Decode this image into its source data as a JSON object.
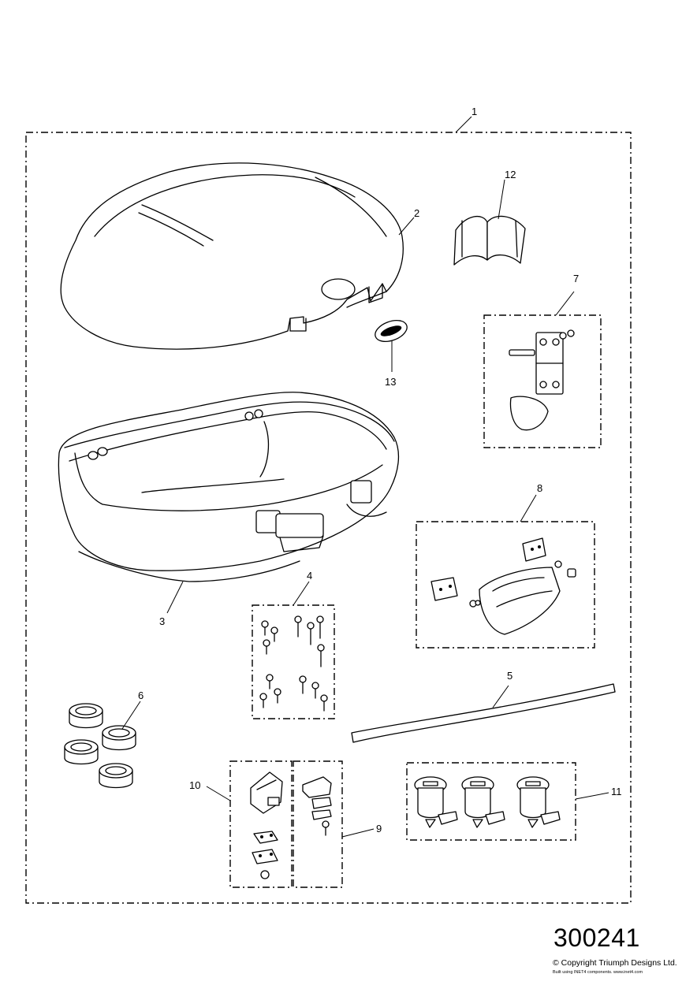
{
  "callouts": {
    "c1": "1",
    "c2": "2",
    "c3": "3",
    "c4": "4",
    "c5": "5",
    "c6": "6",
    "c7": "7",
    "c8": "8",
    "c9": "9",
    "c10": "10",
    "c11": "11",
    "c12": "12",
    "c13": "13"
  },
  "footer": {
    "drawing_number": "300241",
    "copyright": "© Copyright Triumph Designs Ltd.",
    "builder": "Built using INET4 components. www.inet4.com"
  }
}
